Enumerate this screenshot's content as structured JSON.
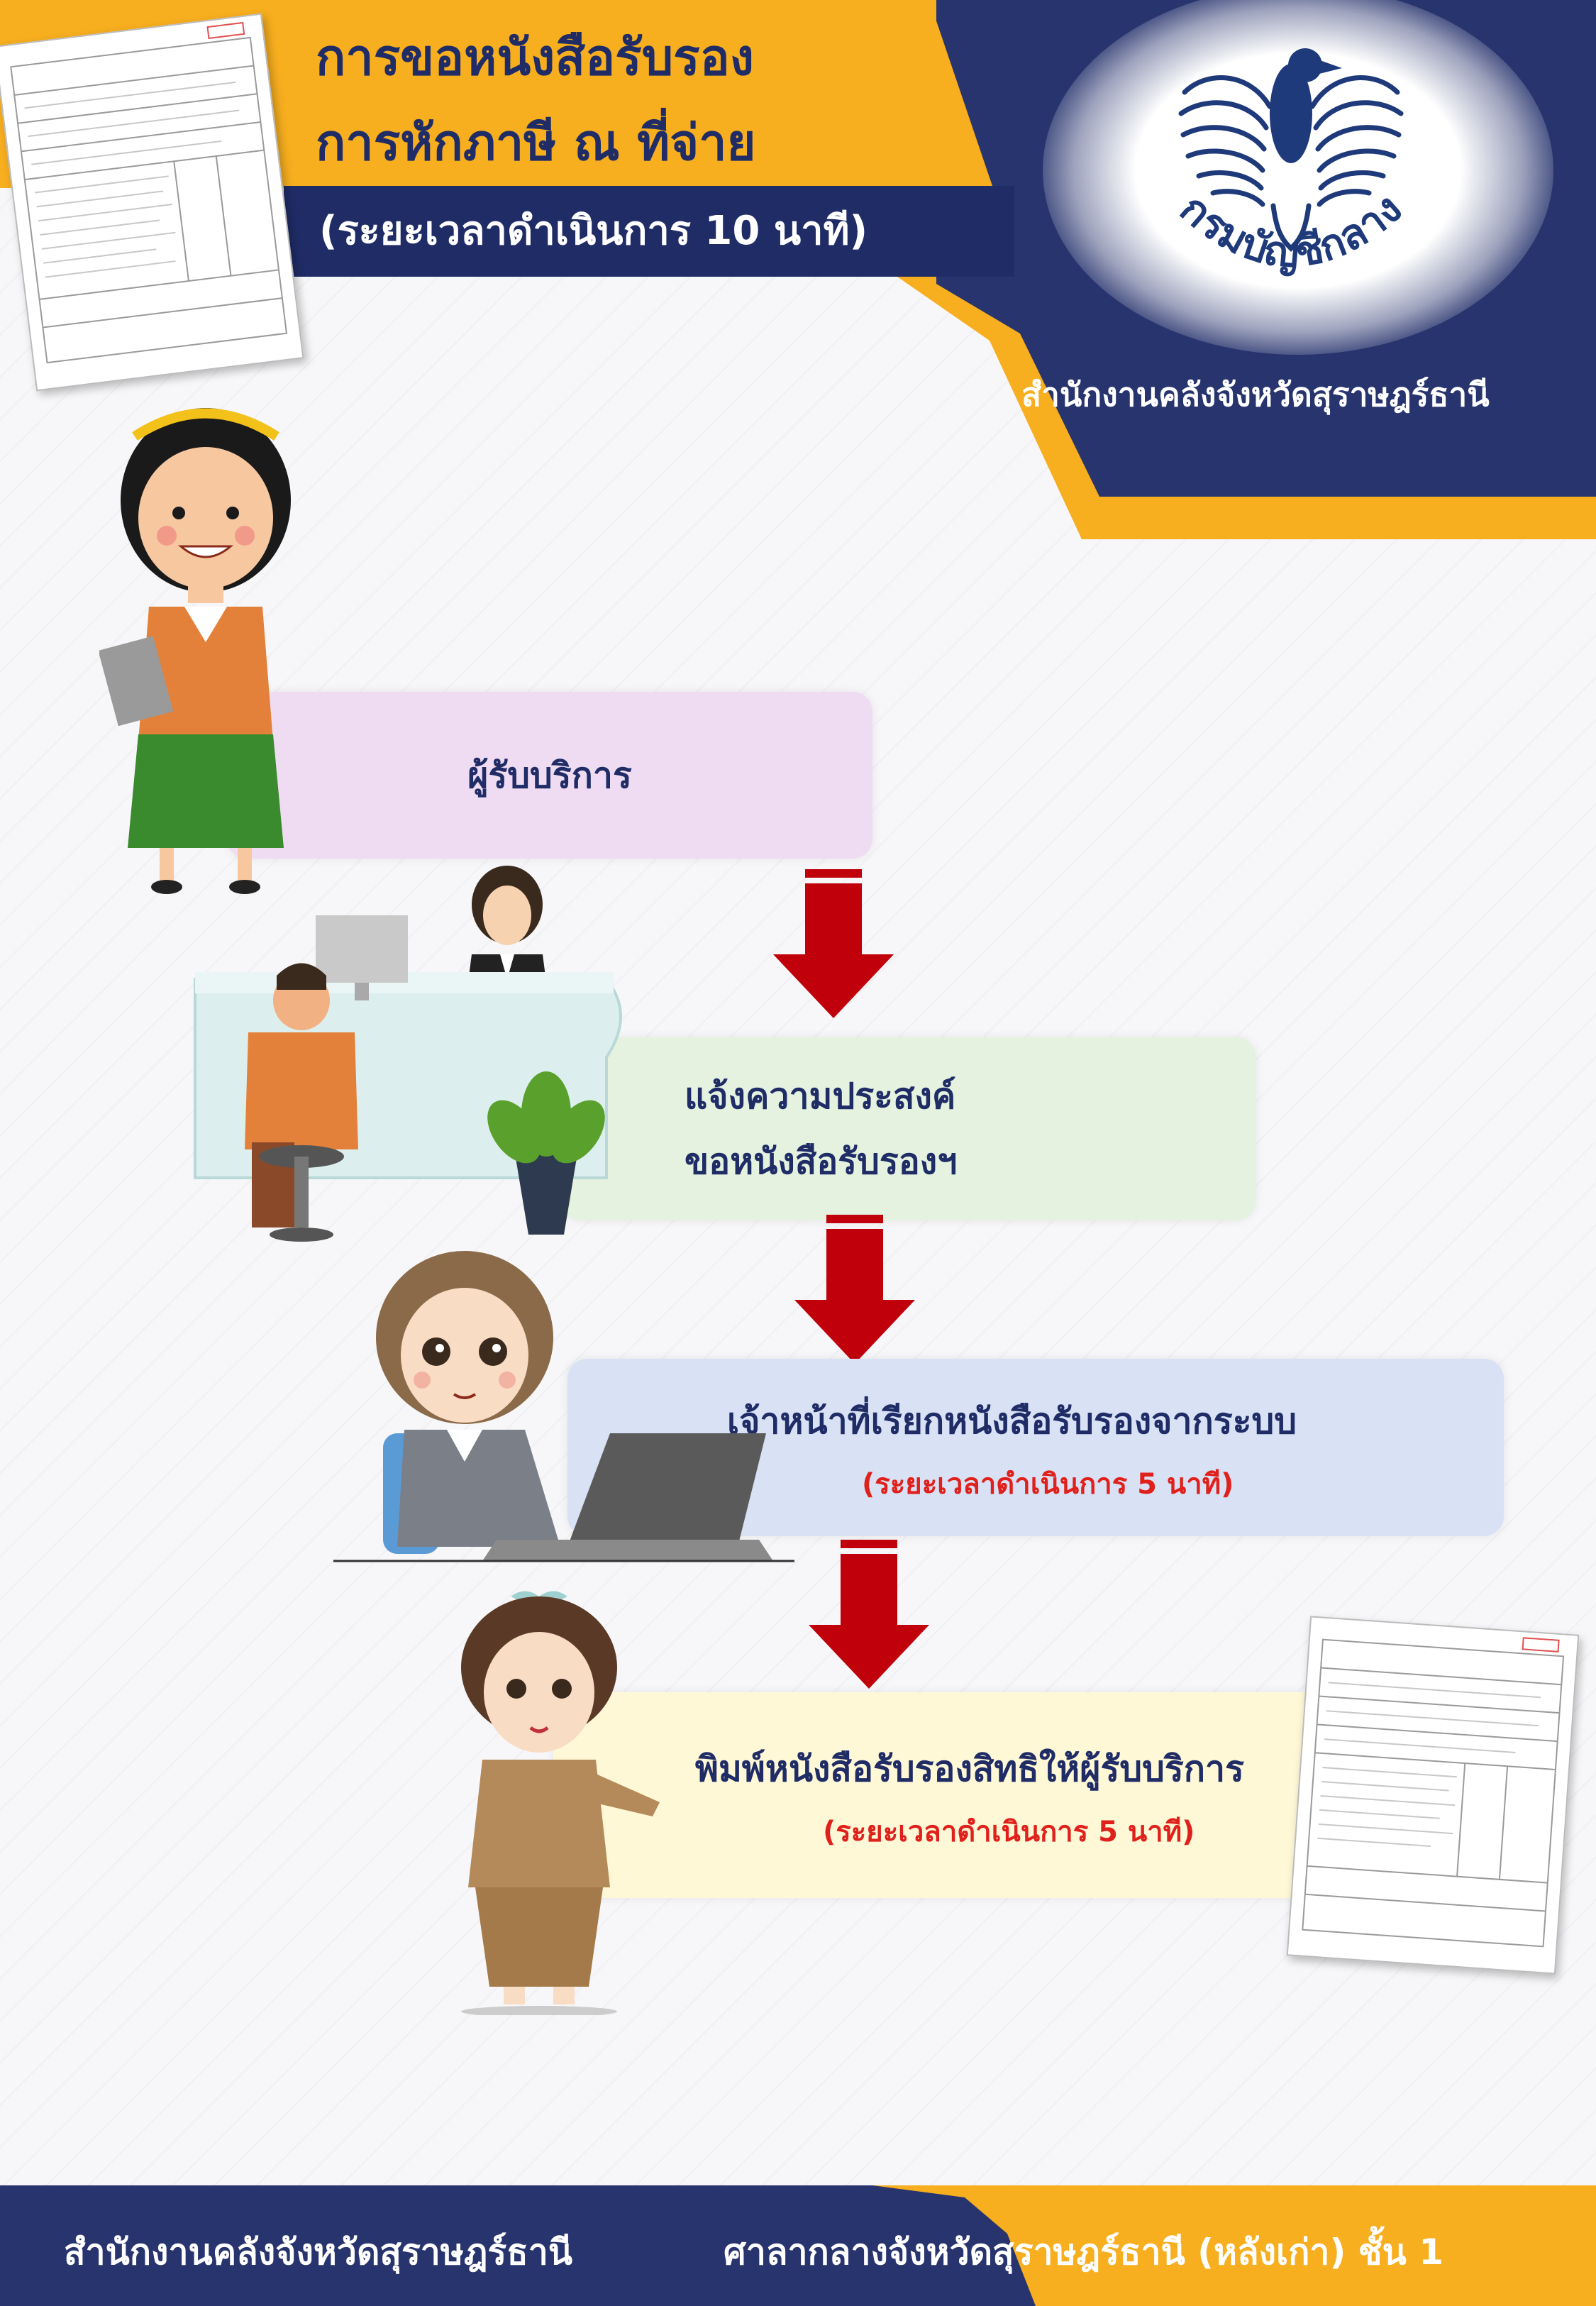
{
  "header": {
    "title_line1": "การขอหนังสือรับรอง",
    "title_line2": "การหักภาษี ณ ที่จ่าย",
    "time_total": "(ระยะเวลาดำเนินการ 10 นาที)",
    "logo_text": "กรมบัญชีกลาง",
    "office": "สำนักงานคลังจังหวัดสุราษฎร์ธานี"
  },
  "steps": [
    {
      "text": "ผู้รับบริการ"
    },
    {
      "line1": "แจ้งความประสงค์",
      "line2": "ขอหนังสือรับรองฯ"
    },
    {
      "text": "เจ้าหน้าที่เรียกหนังสือรับรองจากระบบ",
      "time": "(ระยะเวลาดำเนินการ 5 นาที)"
    },
    {
      "text": "พิมพ์หนังสือรับรองสิทธิให้ผู้รับบริการ",
      "time": "(ระยะเวลาดำเนินการ 5 นาที)"
    }
  ],
  "footer": {
    "office": "สำนักงานคลังจังหวัดสุราษฎร์ธานี",
    "location": "ศาลากลางจังหวัดสุราษฎร์ธานี (หลังเก่า) ชั้น 1"
  },
  "colors": {
    "navy": "#1f2c66",
    "gold": "#f7ae1f",
    "arrow": "#c0000b",
    "time_red": "#e0201b",
    "box_pink": "#efdcf2",
    "box_green": "#e4f2df",
    "box_blue": "#d9e1f5",
    "box_yellow": "#fff8d6"
  }
}
